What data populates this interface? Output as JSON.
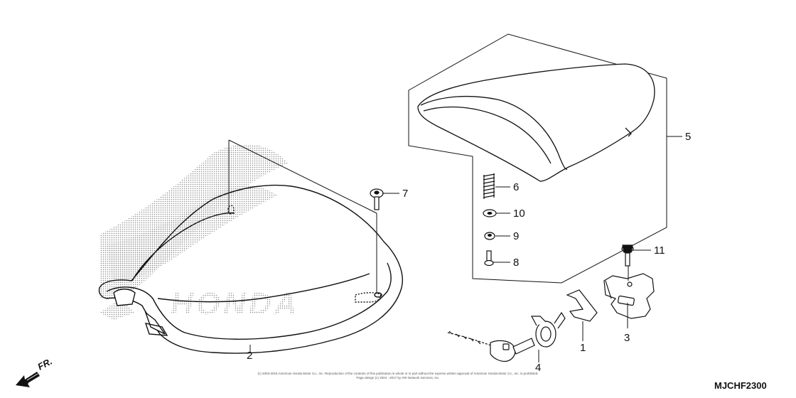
{
  "diagram_code": "MJCHF2300",
  "copyright_lines": [
    "(c) 2003-2016 American Honda Motor Co., Inc. Reproduction of the contents of this publication in whole or in part without the express written approval of American Honda Motor Co., Inc. is prohibited.",
    "Page design (c) 2004 - 2017 by ARI Network Services, Inc."
  ],
  "front_indicator": "FR.",
  "watermark_text": "HONDA",
  "callouts": [
    "1",
    "2",
    "3",
    "4",
    "5",
    "6",
    "7",
    "8",
    "9",
    "10",
    "11"
  ],
  "colors": {
    "ink": "#111111",
    "watermark": "#8c8c8c"
  }
}
